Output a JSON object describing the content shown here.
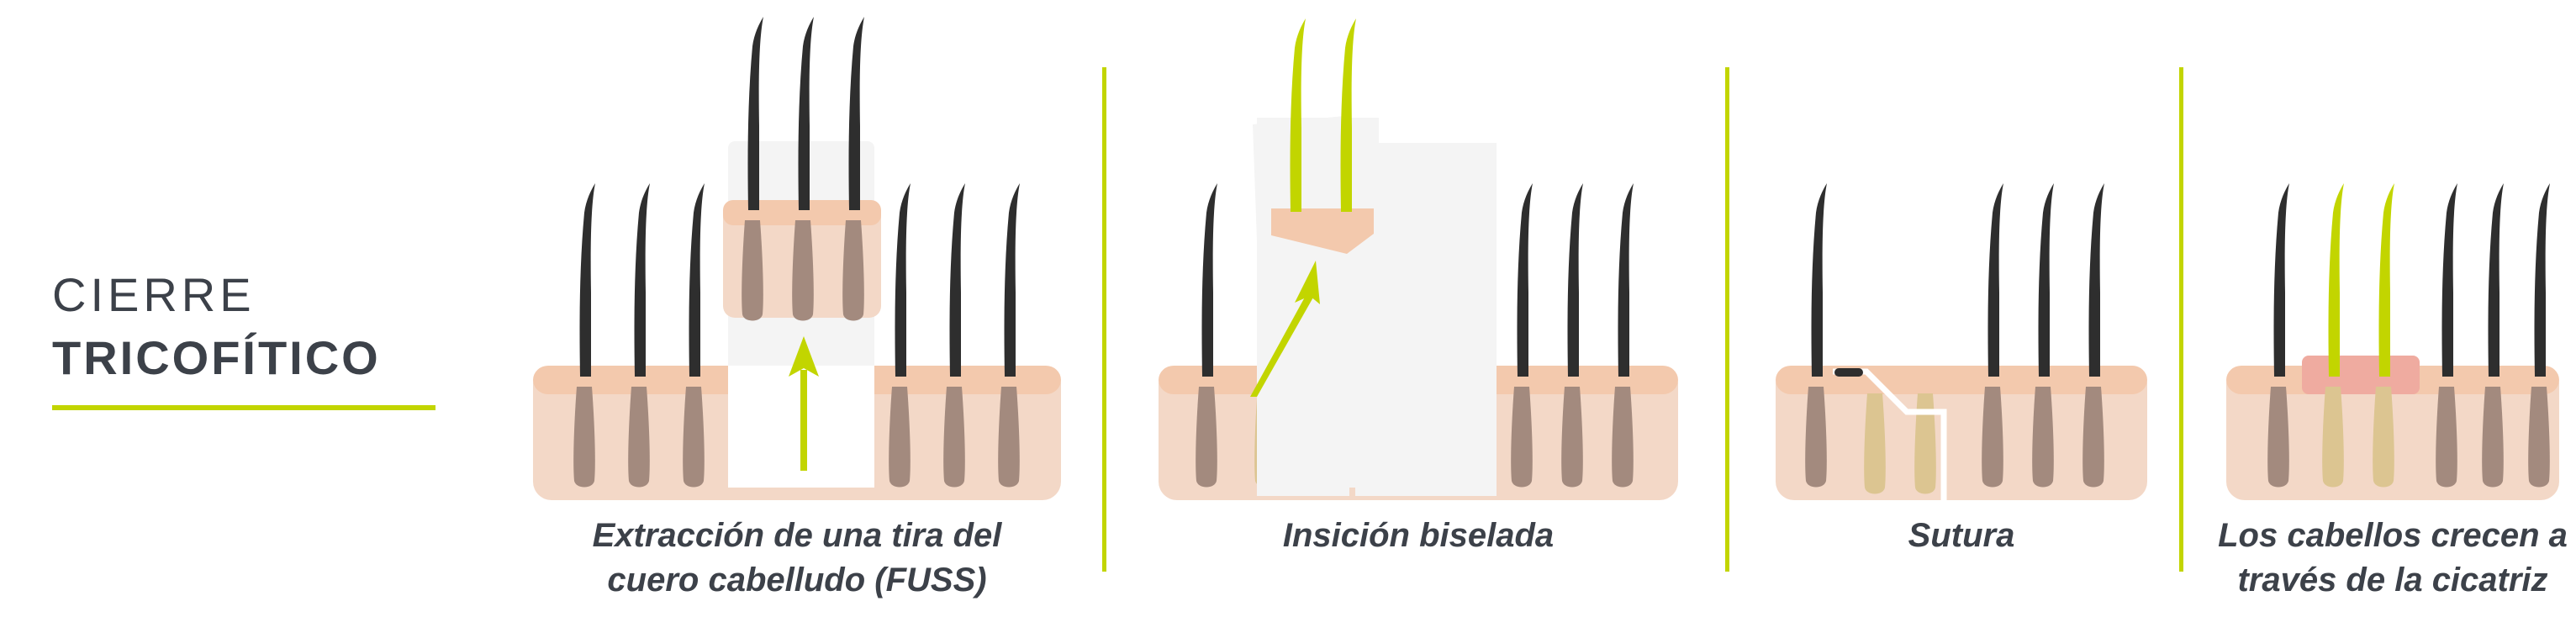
{
  "title": {
    "line1": "CIERRE",
    "line2": "TRICOFÍTICO"
  },
  "steps": [
    {
      "caption": [
        "Extracción de una tira del",
        "cuero cabelludo (FUSS)"
      ]
    },
    {
      "caption": [
        "Insición biselada"
      ]
    },
    {
      "caption": [
        "Sutura"
      ]
    },
    {
      "caption": [
        "Los cabellos crecen a",
        "través de la cicatriz"
      ]
    }
  ],
  "colors": {
    "accent": "#c2d500",
    "skin_light": "#f3d8c7",
    "skin_top": "#f3c9ad",
    "follicle": "#a38a7e",
    "follicle_highlight": "#dcc591",
    "hair": "#2e2e2e",
    "scar": "#efaba0",
    "text": "#3c4149"
  },
  "icons": {
    "arrow": "arrow-up-icon",
    "hair": "hair-strand-icon",
    "stitch": "suture-knot-icon"
  }
}
